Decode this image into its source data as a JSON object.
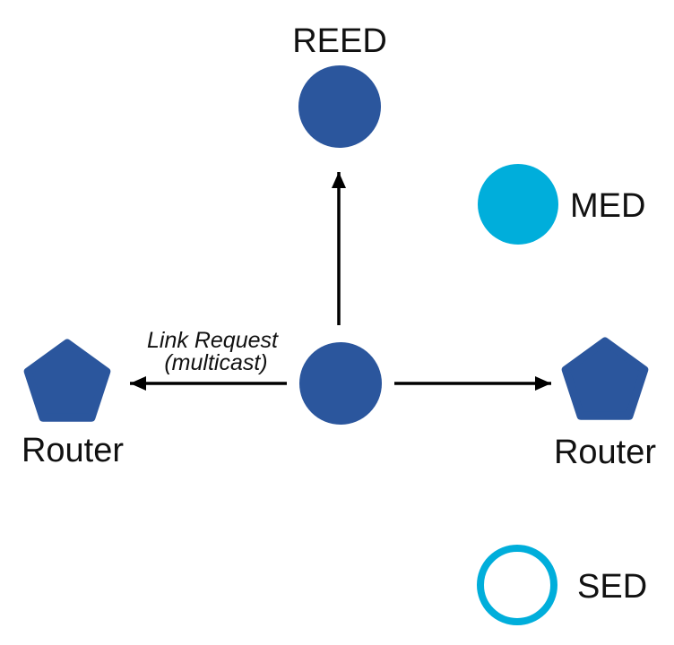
{
  "diagram": {
    "colors": {
      "node_blue": "#2b569d",
      "node_cyan": "#00aedb",
      "arrow": "#000000",
      "label_text": "#111111",
      "background": "#ffffff"
    },
    "nodes": [
      {
        "id": "reed",
        "label": "REED",
        "shape": "circle",
        "style": "filled-blue"
      },
      {
        "id": "med",
        "label": "MED",
        "shape": "circle",
        "style": "filled-cyan"
      },
      {
        "id": "center-device",
        "label": "",
        "shape": "circle",
        "style": "filled-blue"
      },
      {
        "id": "router-left",
        "label": "Router",
        "shape": "pentagon",
        "style": "filled-blue"
      },
      {
        "id": "router-right",
        "label": "Router",
        "shape": "pentagon",
        "style": "filled-blue"
      },
      {
        "id": "sed",
        "label": "SED",
        "shape": "circle",
        "style": "outline-cyan"
      }
    ],
    "edges": [
      {
        "from": "center-device",
        "to": "reed",
        "type": "arrow"
      },
      {
        "from": "center-device",
        "to": "router-left",
        "type": "arrow",
        "label": "Link Request (multicast)"
      },
      {
        "from": "center-device",
        "to": "router-right",
        "type": "arrow"
      }
    ],
    "annotation": {
      "line1": "Link Request",
      "line2": "(multicast)"
    }
  }
}
